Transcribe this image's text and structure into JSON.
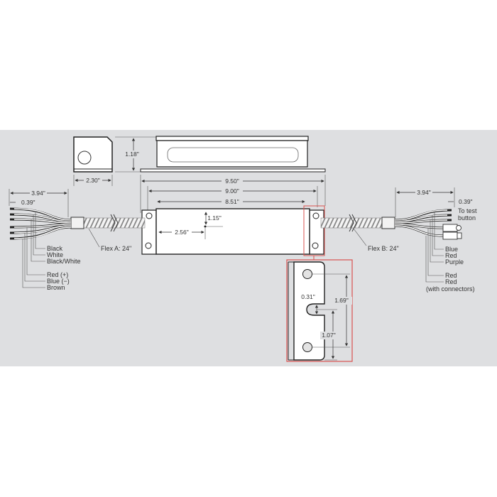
{
  "diagram": {
    "background_color": "#dedfe1",
    "highlight_color": "#d9534f",
    "end_view": {
      "height_label": "1.18\"",
      "width_label": "2.30\""
    },
    "side_view": {},
    "top_view": {
      "overall_length": "9.50\"",
      "mount_spacing": "9.00\"",
      "body_length": "8.51\"",
      "offset_x": "2.56\"",
      "offset_y": "1.15\""
    },
    "left_leads": {
      "strip_length": "3.94\"",
      "strip_tip": "0.39\"",
      "flex_label": "Flex A: 24\"",
      "wires": [
        "Black",
        "White",
        "Black/White",
        "Red (+)",
        "Blue (−)",
        "Brown"
      ]
    },
    "right_leads": {
      "strip_length": "3.94\"",
      "strip_tip": "0.39\"",
      "test_button_label_1": "To test",
      "test_button_label_2": "button",
      "flex_label": "Flex B: 24\"",
      "wires": [
        "Blue",
        "Red",
        "Purple",
        "Red",
        "Red",
        "(with connectors)"
      ]
    },
    "bracket_detail": {
      "slot_width": "0.31\"",
      "hole_spacing": "1.69\"",
      "slot_to_edge": "1.07\""
    }
  }
}
